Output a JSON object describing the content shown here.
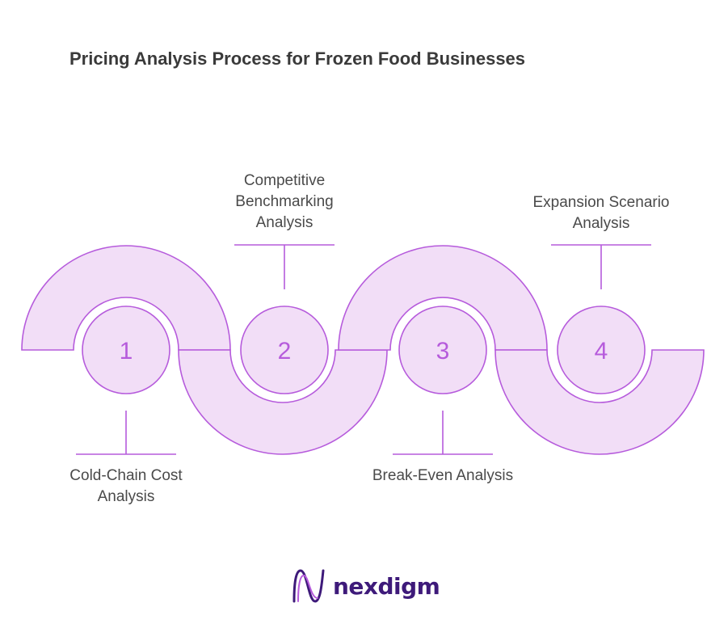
{
  "title": "Pricing Analysis Process for Frozen Food Businesses",
  "steps": [
    {
      "number": "1",
      "label": "Cold-Chain Cost\nAnalysis"
    },
    {
      "number": "2",
      "label": "Competitive\nBenchmarking\nAnalysis"
    },
    {
      "number": "3",
      "label": "Break-Even Analysis"
    },
    {
      "number": "4",
      "label": "Expansion Scenario\nAnalysis"
    }
  ],
  "brand": {
    "name": "nexdigm",
    "logo_icon": "nexdigm-logo-icon"
  },
  "colors": {
    "fill": "#f2def7",
    "stroke": "#b65bdc",
    "title": "#3a3a3a",
    "text": "#4a4a4a",
    "brand": "#3e1a7a"
  }
}
